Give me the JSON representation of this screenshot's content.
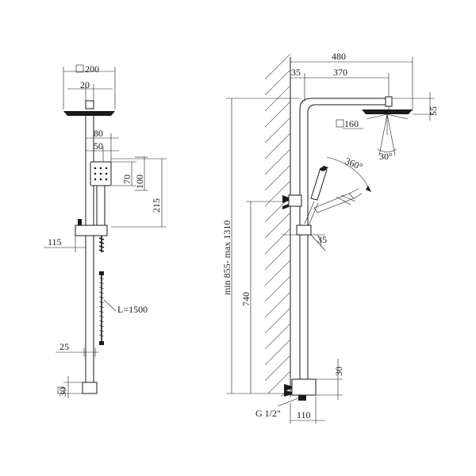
{
  "diagram": {
    "labels": {
      "side_head_square": "200",
      "side_head_stem": "20",
      "hand_width_80": "80",
      "hand_width_50": "50",
      "hand_height_70": "70",
      "hand_height_100": "100",
      "hand_height_215": "215",
      "holder_115": "115",
      "hose_length": "L=1500",
      "pipe_25": "25",
      "base_30": "30",
      "total_width": "480",
      "wall_offset": "35",
      "arm_length": "370",
      "head_height": "55",
      "head_square": "160",
      "rotation": "360°",
      "spray_angle": "30°",
      "holder_angle": "35",
      "height_range": "min 855- max 1310",
      "diverter_height": "740",
      "inlet_height": "30",
      "thread": "G 1/2\"",
      "inlet_depth": "110"
    }
  }
}
